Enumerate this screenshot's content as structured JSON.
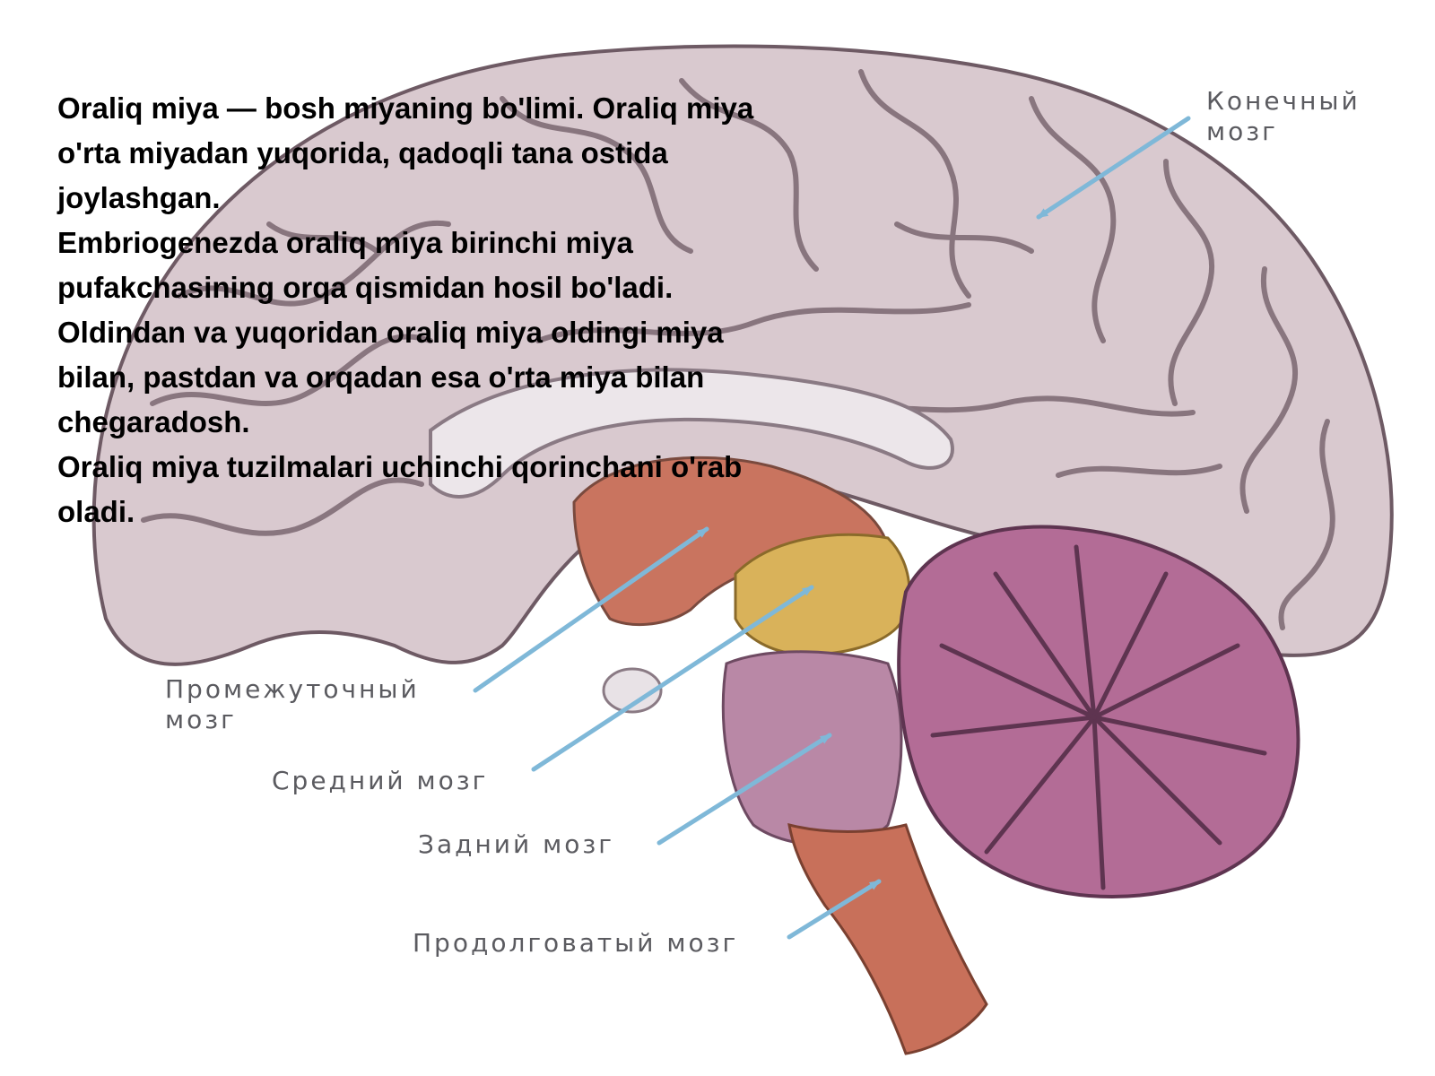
{
  "body_text": {
    "paragraph_1": "Oraliq miya — bosh miyaning bo'limi. Oraliq miya o'rta miyadan yuqorida, qadoqli tana ostida joylashgan.",
    "paragraph_2": "Embriogenezda oraliq miya birinchi miya pufakchasining orqa qismidan hosil bo'ladi. Oldindan va yuqoridan oraliq miya oldingi miya bilan, pastdan va orqadan esa o'rta miya bilan chegaradosh.",
    "paragraph_3": "Oraliq miya tuzilmalari uchinchi qorinchani o'rab oladi."
  },
  "labels": {
    "telencephalon": "Конечный мозг",
    "diencephalon": "Промежуточный мозг",
    "midbrain": "Средний мозг",
    "hindbrain": "Задний мозг",
    "medulla": "Продолговатый мозг"
  },
  "colors": {
    "cortex": "#d9c9cf",
    "gyri_lines": "#6e5a64",
    "corpus_callosum": "#ece6ea",
    "diencephalon": "#c9745f",
    "midbrain": "#d9b25a",
    "pons": "#b988a6",
    "cerebellum": "#b36c96",
    "medulla": "#c8705a",
    "arrow": "#7fb8d8",
    "label_text": "#5b5b60"
  }
}
